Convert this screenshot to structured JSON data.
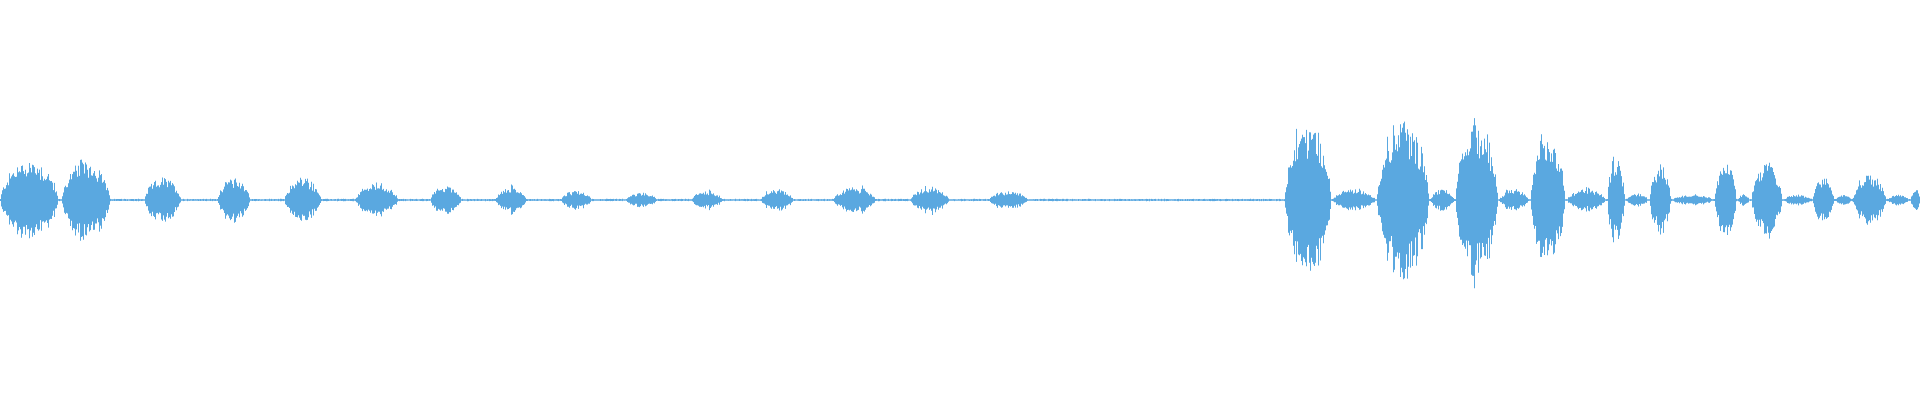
{
  "waveform": {
    "color": "#5aa8e0",
    "background": "#ffffff",
    "duration_fraction_note": "",
    "segments": [
      {
        "start": 0.0,
        "end": 0.03,
        "amp": 0.22
      },
      {
        "start": 0.032,
        "end": 0.057,
        "amp": 0.22
      },
      {
        "start": 0.075,
        "end": 0.094,
        "amp": 0.12
      },
      {
        "start": 0.113,
        "end": 0.13,
        "amp": 0.12
      },
      {
        "start": 0.148,
        "end": 0.167,
        "amp": 0.12
      },
      {
        "start": 0.185,
        "end": 0.207,
        "amp": 0.09
      },
      {
        "start": 0.224,
        "end": 0.24,
        "amp": 0.08
      },
      {
        "start": 0.258,
        "end": 0.274,
        "amp": 0.07
      },
      {
        "start": 0.292,
        "end": 0.308,
        "amp": 0.05
      },
      {
        "start": 0.326,
        "end": 0.342,
        "amp": 0.04
      },
      {
        "start": 0.36,
        "end": 0.376,
        "amp": 0.05
      },
      {
        "start": 0.396,
        "end": 0.413,
        "amp": 0.06
      },
      {
        "start": 0.434,
        "end": 0.456,
        "amp": 0.07
      },
      {
        "start": 0.474,
        "end": 0.494,
        "amp": 0.07
      },
      {
        "start": 0.515,
        "end": 0.535,
        "amp": 0.05
      },
      {
        "start": 0.669,
        "end": 0.693,
        "amp": 0.42
      },
      {
        "start": 0.694,
        "end": 0.716,
        "amp": 0.06
      },
      {
        "start": 0.717,
        "end": 0.744,
        "amp": 0.44
      },
      {
        "start": 0.745,
        "end": 0.757,
        "amp": 0.06
      },
      {
        "start": 0.758,
        "end": 0.78,
        "amp": 0.42
      },
      {
        "start": 0.781,
        "end": 0.796,
        "amp": 0.06
      },
      {
        "start": 0.797,
        "end": 0.815,
        "amp": 0.36
      },
      {
        "start": 0.816,
        "end": 0.836,
        "amp": 0.06
      },
      {
        "start": 0.837,
        "end": 0.846,
        "amp": 0.24
      },
      {
        "start": 0.847,
        "end": 0.858,
        "amp": 0.04
      },
      {
        "start": 0.859,
        "end": 0.87,
        "amp": 0.19
      },
      {
        "start": 0.871,
        "end": 0.892,
        "amp": 0.03
      },
      {
        "start": 0.893,
        "end": 0.904,
        "amp": 0.21
      },
      {
        "start": 0.905,
        "end": 0.911,
        "amp": 0.03
      },
      {
        "start": 0.912,
        "end": 0.928,
        "amp": 0.2
      },
      {
        "start": 0.929,
        "end": 0.943,
        "amp": 0.03
      },
      {
        "start": 0.944,
        "end": 0.955,
        "amp": 0.12
      },
      {
        "start": 0.956,
        "end": 0.964,
        "amp": 0.03
      },
      {
        "start": 0.965,
        "end": 0.982,
        "amp": 0.14
      },
      {
        "start": 0.983,
        "end": 0.994,
        "amp": 0.03
      },
      {
        "start": 0.995,
        "end": 1.0,
        "amp": 0.06
      }
    ],
    "baseline_amp": 0.006
  }
}
